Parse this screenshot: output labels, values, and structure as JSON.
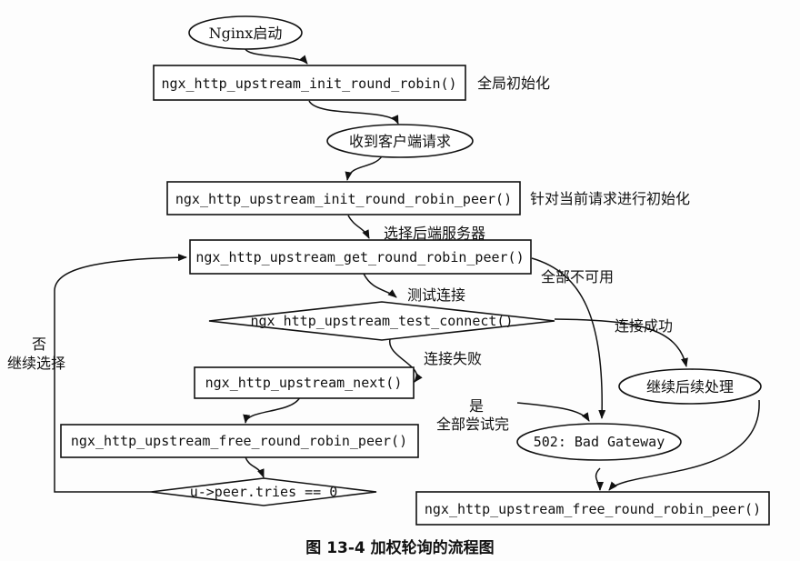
{
  "nodes": {
    "n_start": "Nginx启动",
    "n_init_rr": "ngx_http_upstream_init_round_robin()",
    "n_recv": "收到客户端请求",
    "n_init_peer": "ngx_http_upstream_init_round_robin_peer()",
    "n_get_peer": "ngx_http_upstream_get_round_robin_peer()",
    "n_test": "ngx_http_upstream_test_connect()",
    "n_next": "ngx_http_upstream_next()",
    "n_free_left": "ngx_http_upstream_free_round_robin_peer()",
    "n_tries": "u->peer.tries == 0",
    "n_502": "502: Bad Gateway",
    "n_continue": "继续后续处理",
    "n_free_right": "ngx_http_upstream_free_round_robin_peer()"
  },
  "labels": {
    "global_init": "全局初始化",
    "per_request_init": "针对当前请求进行初始化",
    "select_backend": "选择后端服务器",
    "all_unavailable": "全部不可用",
    "test_connect": "测试连接",
    "connect_ok": "连接成功",
    "connect_fail": "连接失败",
    "no": "否",
    "continue_select": "继续选择",
    "yes": "是",
    "all_tried": "全部尝试完"
  },
  "caption": "图 13-4 加权轮询的流程图"
}
